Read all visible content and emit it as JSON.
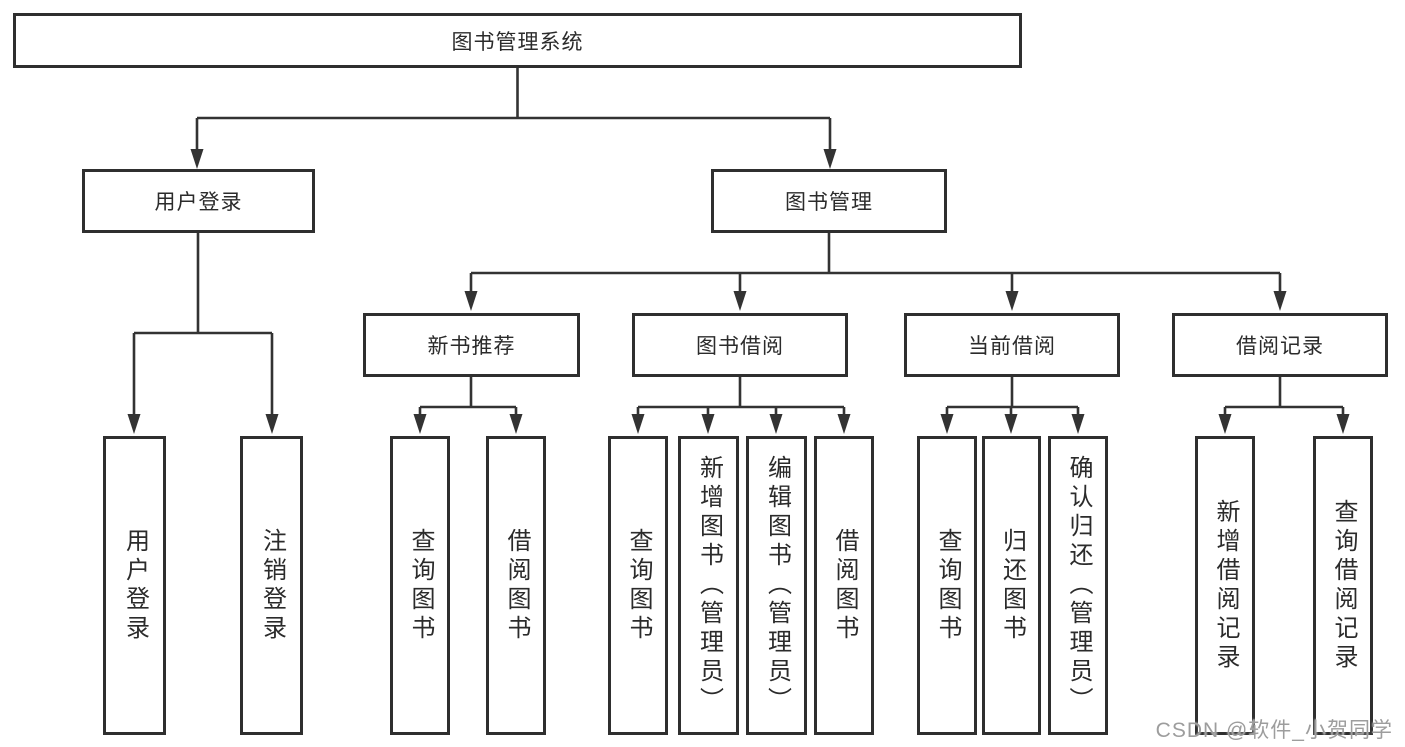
{
  "nodes": {
    "root": "图书管理系统",
    "login": "用户登录",
    "manage": "图书管理",
    "recommend": "新书推荐",
    "borrow": "图书借阅",
    "current": "当前借阅",
    "records": "借阅记录",
    "login_user": "用户登录",
    "login_logout": "注销登录",
    "rec_query": "查询图书",
    "rec_borrow": "借阅图书",
    "bor_query": "查询图书",
    "bor_add": "新增图书（管理员）",
    "bor_edit": "编辑图书（管理员）",
    "bor_borrow": "借阅图书",
    "cur_query": "查询图书",
    "cur_return": "归还图书",
    "cur_confirm": "确认归还（管理员）",
    "recd_add": "新增借阅记录",
    "recd_query": "查询借阅记录"
  },
  "hierarchy": {
    "图书管理系统": {
      "用户登录": [
        "用户登录",
        "注销登录"
      ],
      "图书管理": {
        "新书推荐": [
          "查询图书",
          "借阅图书"
        ],
        "图书借阅": [
          "查询图书",
          "新增图书（管理员）",
          "编辑图书（管理员）",
          "借阅图书"
        ],
        "当前借阅": [
          "查询图书",
          "归还图书",
          "确认归还（管理员）"
        ],
        "借阅记录": [
          "新增借阅记录",
          "查询借阅记录"
        ]
      }
    }
  },
  "watermark": "CSDN @软件_小贺同学",
  "colors": {
    "line": "#333333",
    "box_border": "#2f2f2f",
    "text": "#2b2b2b",
    "watermark": "#9d9d9d",
    "background": "#ffffff"
  }
}
